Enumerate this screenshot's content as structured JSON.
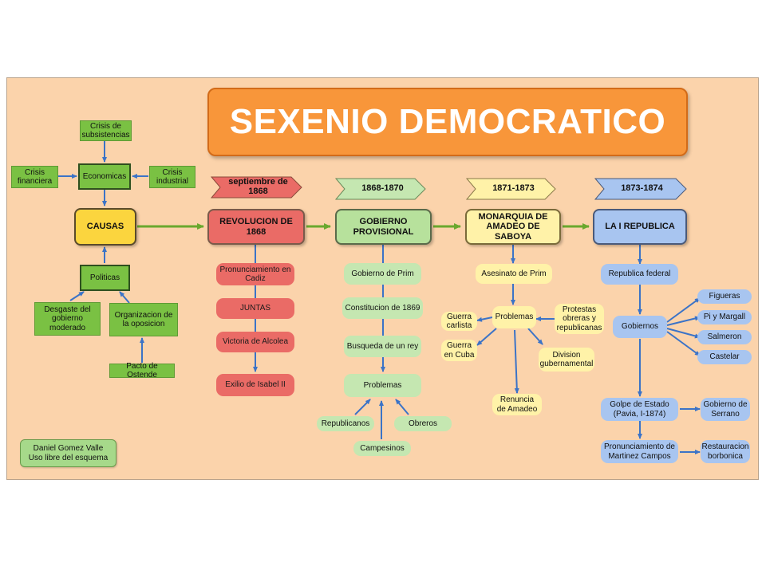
{
  "title": "SEXENIO DEMOCRATICO",
  "author_note": {
    "line1": "Daniel Gomez Valle",
    "line2": "Uso libre del esquema"
  },
  "colors": {
    "background": "#fbd3ab",
    "title": "#f8963a",
    "arrow": "#3b73c7",
    "flow_arrow": "#6aa82e",
    "red": "#ea6b66",
    "green": "#c5e7b1",
    "yellow": "#fff2a8",
    "blue": "#a8c5f0"
  },
  "causes": {
    "crisis_subsistencias": "Crisis de subsistencias",
    "economicas": "Economicas",
    "crisis_financiera": "Crisis financiera",
    "crisis_industrial": "Crisis industrial",
    "causas": "CAUSAS",
    "politicas": "Politicas",
    "desgaste": "Desgaste del gobierno moderado",
    "organizacion": "Organizacion de la oposicion",
    "pacto": "Pacto de Ostende"
  },
  "periods": {
    "p1": "septiembre de 1868",
    "p2": "1868-1870",
    "p3": "1871-1873",
    "p4": "1873-1874"
  },
  "revolucion": {
    "title": "REVOLUCION DE 1868",
    "items": [
      "Pronunciamiento en Cadiz",
      "JUNTAS",
      "Victoria de Alcolea",
      "Exilio de Isabel II"
    ]
  },
  "gobierno": {
    "title": "GOBIERNO PROVISIONAL",
    "items": [
      "Gobierno de Prim",
      "Constitucion de 1869",
      "Busqueda de un rey",
      "Problemas"
    ],
    "problemas": [
      "Republicanos",
      "Obreros",
      "Campesinos"
    ]
  },
  "monarquia": {
    "title": "MONARQUIA DE AMADEO DE SABOYA",
    "asesinato": "Asesinato de Prim",
    "problemas": "Problemas",
    "guerra_carlista": "Guerra carlista",
    "guerra_cuba": "Guerra en Cuba",
    "protestas": "Protestas obreras y republicanas",
    "division": "Division gubernamental",
    "renuncia": "Renuncia de Amadeo"
  },
  "republica": {
    "title": "LA I REPUBLICA",
    "federal": "Republica federal",
    "gobiernos": "Gobiernos",
    "presidentes": [
      "Figueras",
      "Pi y Margall",
      "Salmeron",
      "Castelar"
    ],
    "golpe": "Golpe de Estado (Pavia, I-1874)",
    "serrano": "Gobierno de Serrano",
    "pronunciamiento": "Pronunciamiento de Martinez Campos",
    "restauracion": "Restauracion borbonica"
  }
}
